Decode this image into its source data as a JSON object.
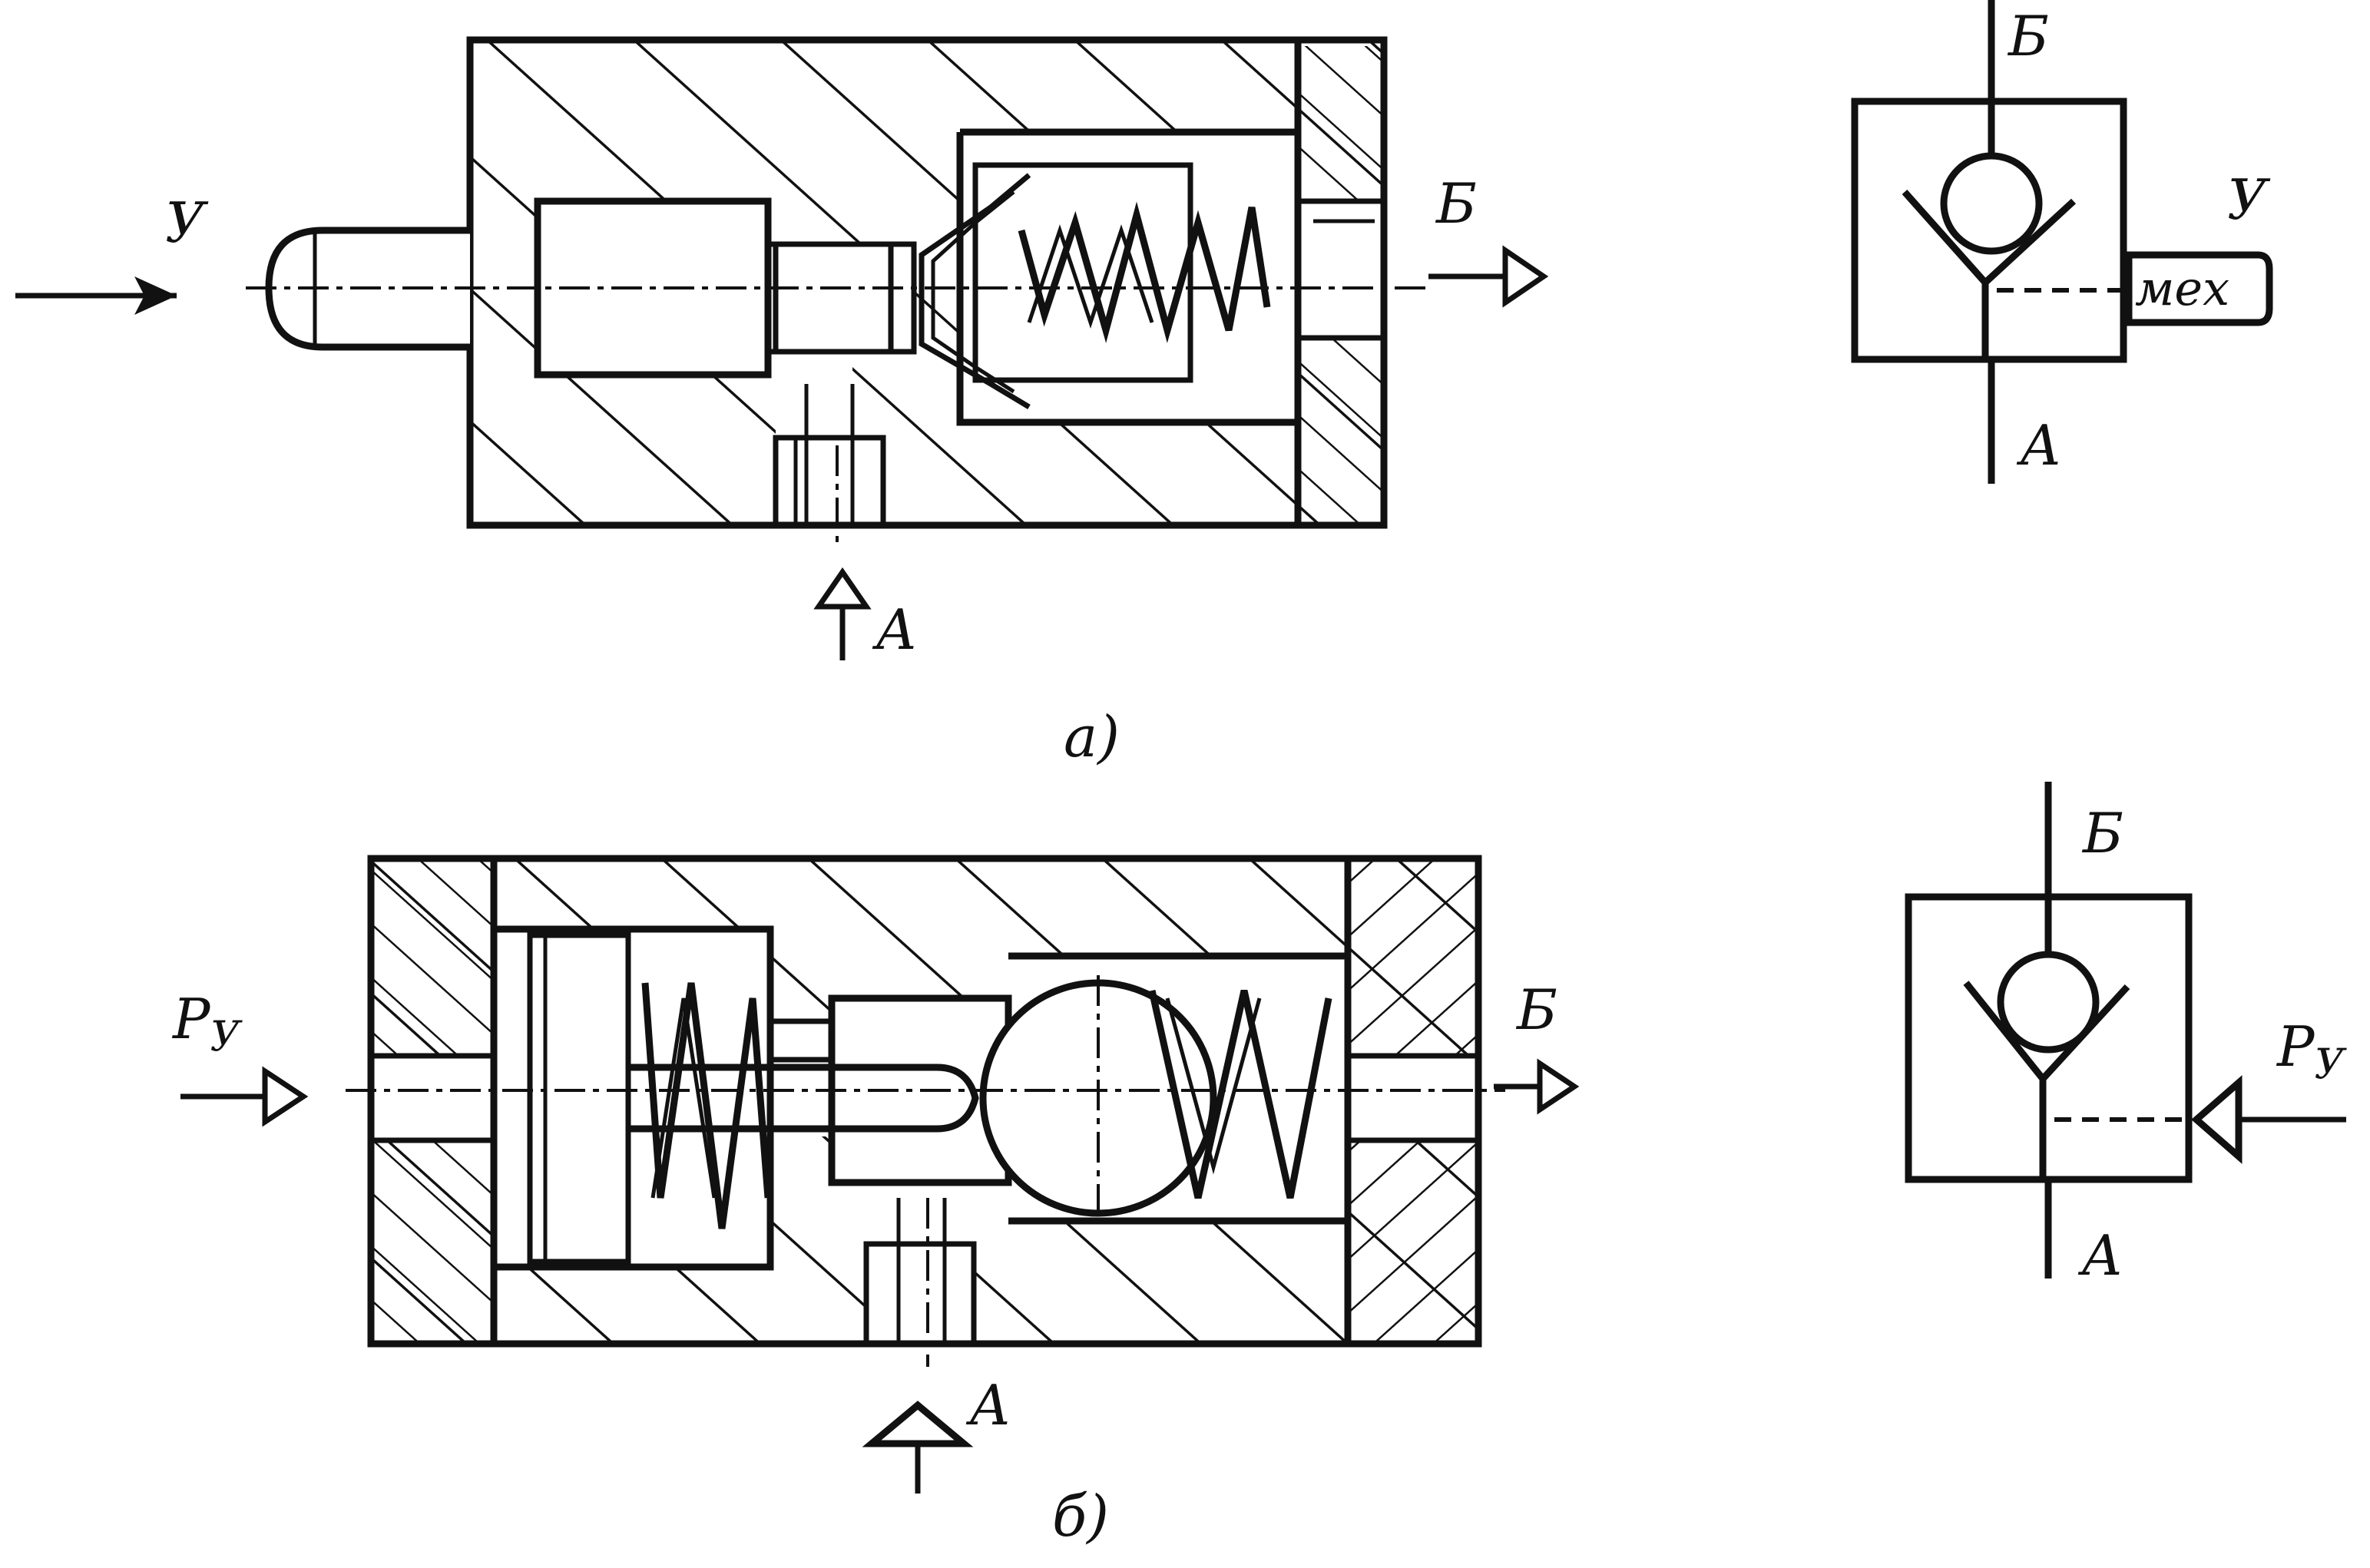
{
  "diagram_a": {
    "caption": "а)",
    "inlet_label": "У",
    "outlet_label": "Б",
    "supply_label": "А"
  },
  "symbol_a": {
    "top_label": "Б",
    "bottom_label": "А",
    "control_label": "У",
    "control_text": "мех"
  },
  "diagram_b": {
    "caption": "б)",
    "inlet_label": "P",
    "inlet_sub": "У",
    "outlet_label": "Б",
    "supply_label": "А"
  },
  "symbol_b": {
    "top_label": "Б",
    "bottom_label": "А",
    "control_label": "P",
    "control_sub": "У"
  },
  "colors": {
    "ink": "#111111",
    "paper": "#ffffff"
  }
}
